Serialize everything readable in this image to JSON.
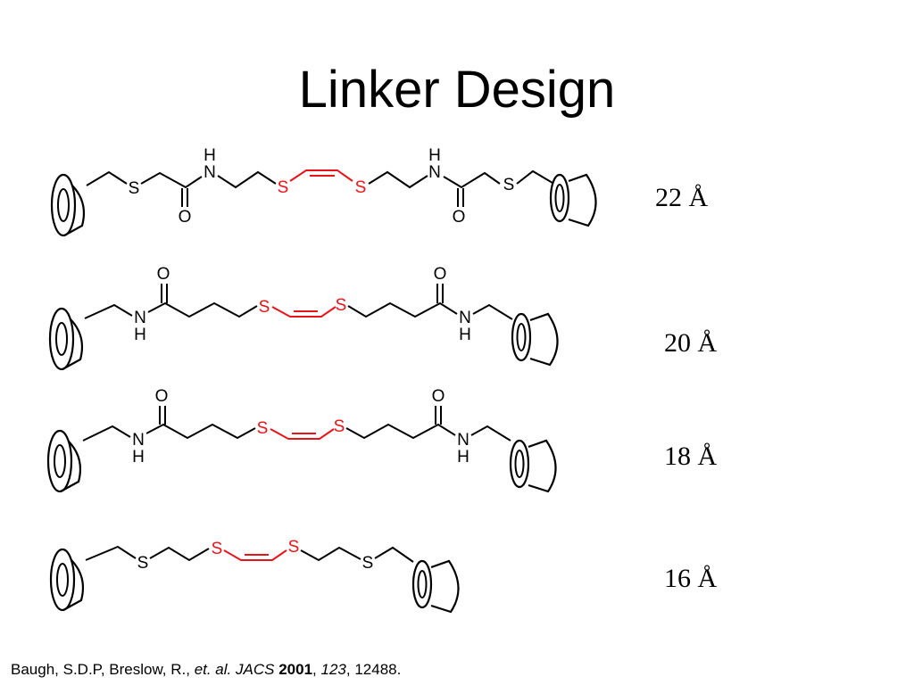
{
  "title": "Linker Design",
  "atoms": {
    "sulfur": "S",
    "nitrogen": "N",
    "hydrogen": "H",
    "oxygen": "O"
  },
  "colors": {
    "bond": "#000000",
    "highlight": "#e8141a"
  },
  "linkers": [
    {
      "distance": "22 Å"
    },
    {
      "distance": "20 Å"
    },
    {
      "distance": "18 Å"
    },
    {
      "distance": "16 Å"
    }
  ],
  "reference": {
    "authors": "Baugh, S.D.P, Breslow, R., ",
    "etal": "et. al.",
    "journal": "JACS",
    "year": "2001",
    "volume": "123",
    "pages": "12488."
  }
}
